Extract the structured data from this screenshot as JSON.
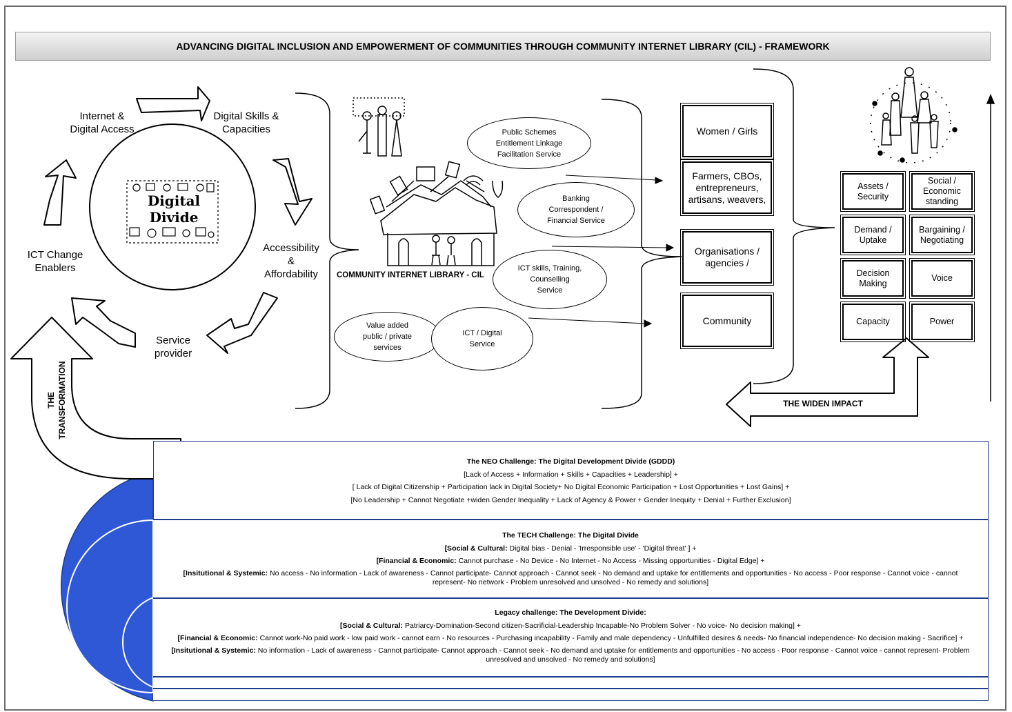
{
  "title": "ADVANCING DIGITAL INCLUSION AND EMPOWERMENT OF COMMUNITIES THROUGH COMMUNITY INTERNET LIBRARY (CIL)  - FRAMEWORK",
  "cycle": {
    "internet_access": "Internet &\nDigital Access",
    "digital_skills": "Digital Skills &\nCapacities",
    "accessibility": "Accessibility\n&\nAffordability",
    "service_provider": "Service\nprovider",
    "ict_enablers": "ICT Change\nEnablers",
    "center_doodle": "Digital Divide"
  },
  "transformation": "THE\nTRANSFORMATION",
  "cil": {
    "label": "COMMUNITY INTERNET LIBRARY - CIL",
    "services": [
      "Public Schemes\nEntitlement Linkage\nFacilitation Service",
      "Banking\nCorrespondent /\nFinancial Service",
      "ICT skills, Training,\nCounselling\nService",
      "Value added\npublic / private\nservices",
      "ICT / Digital\nService"
    ]
  },
  "beneficiaries": [
    "Women / Girls",
    "Farmers, CBOs,\nentrepreneurs,\nartisans, weavers,",
    "Organisations /\nagencies /",
    "Community"
  ],
  "impact_grid": [
    [
      "Assets /\nSecurity",
      "Social /\nEconomic\nstanding"
    ],
    [
      "Demand /\nUptake",
      "Bargaining /\nNegotiating"
    ],
    [
      "Decision\nMaking",
      "Voice"
    ],
    [
      "Capacity",
      "Power"
    ]
  ],
  "widen_impact": "THE WIDEN IMPACT",
  "challenges": {
    "neo": {
      "title": "The NEO Challenge: The Digital Development Divide (GDDD)",
      "lines": [
        "[Lack of Access + Information + Skills + Capacities + Leadership] +",
        "[ Lack of Digital Citizenship + Participation lack in Digital Society+ No Digital Economic Participation + Lost Opportunities + Lost Gains] +",
        "[No Leadership  + Cannot Negotiate +widen Gender Inequality + Lack of Agency & Power + Gender Inequity + Denial + Further Exclusion]"
      ]
    },
    "tech": {
      "title": "The TECH Challenge: The  Digital Divide",
      "social_label": "[Social & Cultural:",
      "social_text": " Digital bias - Denial - 'Irresponsible use' - 'Digital threat' ] +",
      "financial_label": "[Financial & Economic:",
      "financial_text": " Cannot purchase - No Device - No Internet - No Access - Missing opportunities - Digital Edge] +",
      "inst_label": "[Insitutional & Systemic:",
      "inst_text": " No access - No information - Lack of awareness - Cannot participate- Cannot approach - Cannot seek - No demand and uptake for entitlements and opportunities - No access - Poor response - Cannot voice - cannot represent- No network - Problem unresolved and unsolved - No remedy and solutions]"
    },
    "legacy": {
      "title": "Legacy challenge: The Development Divide:",
      "social_label": "[Social & Cultural:",
      "social_text": " Patriarcy-Domination-Second citizen-Sacrificial-Leadership Incapable-No Problem Solver - No voice- No decision making] +",
      "financial_label": "[Financial & Economic:",
      "financial_text": " Cannot work-No paid work - low paid work - cannot earn - No resources - Purchasing incapability - Family and male dependency - Unfulfilled desires & needs- No financial independence- No decision making - Sacrifice] +",
      "inst_label": "[Insitutional & Systemic:",
      "inst_text": " No information - Lack of awareness - Cannot participate- Cannot approach - Cannot seek - No demand and uptake for entitlements and opportunities - No access - Poor response - Cannot voice - cannot represent- Problem unresolved and unsolved - No remedy and solutions]"
    }
  },
  "colors": {
    "blue": "#2f58d6",
    "navy": "#1f3d8a"
  }
}
